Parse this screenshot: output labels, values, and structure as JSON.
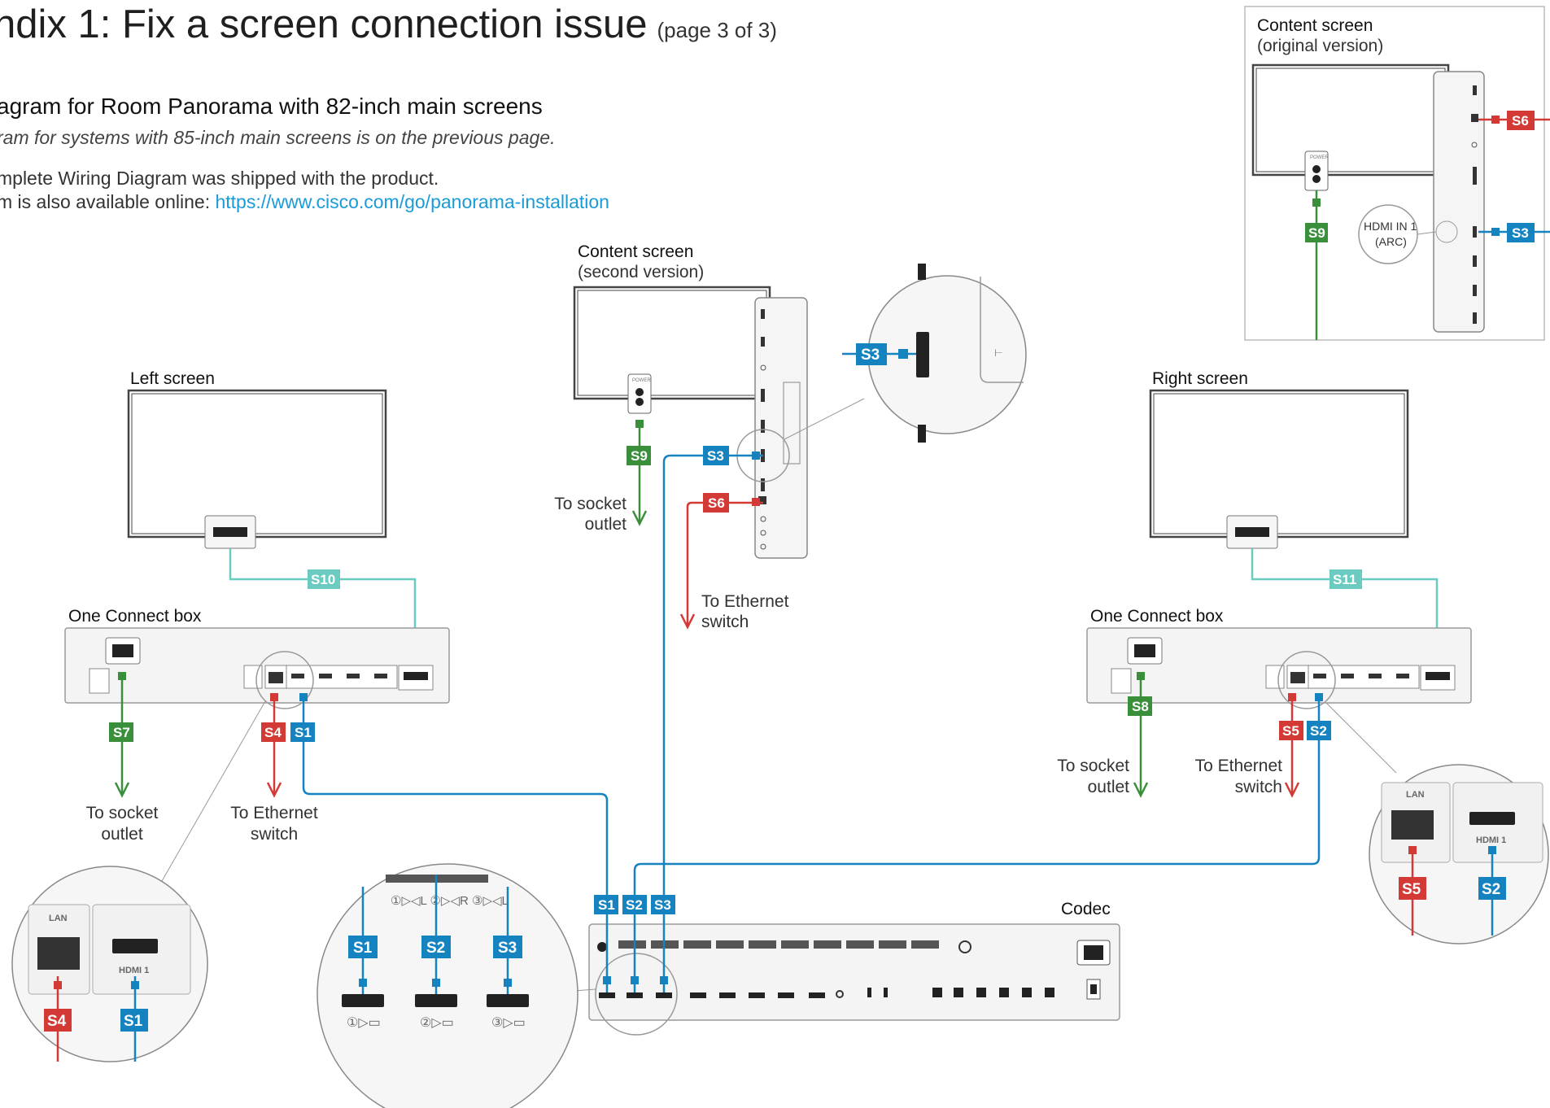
{
  "header": {
    "title": "ndix 1: Fix a screen connection issue",
    "page_ref": "(page 3 of 3)",
    "subtitle": "agram for Room Panorama with 82-inch main screens",
    "note": "ram for systems with 85-inch main screens is on the previous page.",
    "line1": "mplete Wiring Diagram was shipped with the product.",
    "line2_prefix": "m is also available online: ",
    "link": "https://www.cisco.com/go/panorama-installation"
  },
  "labels": {
    "left_screen": "Left screen",
    "right_screen": "Right screen",
    "content_second_1": "Content screen",
    "content_second_2": "(second version)",
    "content_orig_1": "Content screen",
    "content_orig_2": "(original version)",
    "one_connect_left": "One Connect box",
    "one_connect_right": "One Connect box",
    "codec": "Codec",
    "socket_1": "To socket",
    "socket_2": "outlet",
    "ethernet_1": "To Ethernet",
    "ethernet_2": "switch",
    "hdmi_arc_1": "HDMI IN 1",
    "hdmi_arc_2": "(ARC)",
    "lan": "LAN",
    "hdmi1": "HDMI 1",
    "power": "POWER"
  },
  "cables": {
    "s1": "S1",
    "s2": "S2",
    "s3": "S3",
    "s4": "S4",
    "s5": "S5",
    "s6": "S6",
    "s7": "S7",
    "s8": "S8",
    "s9": "S9",
    "s10": "S10",
    "s11": "S11"
  },
  "colors": {
    "blue": "#1583c0",
    "red": "#d33a35",
    "green": "#3a8f3a",
    "teal": "#6ccbc0",
    "outline": "#444444",
    "panel": "#f3f3f3"
  }
}
